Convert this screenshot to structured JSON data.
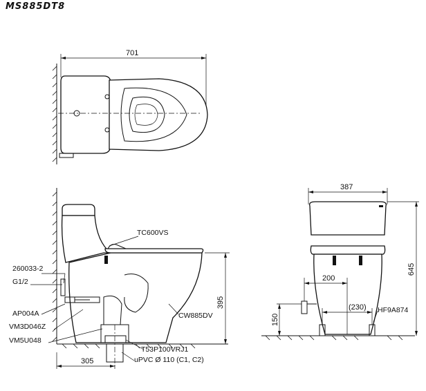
{
  "model": "MS885DT8",
  "dimensions": {
    "top_width": "701",
    "side_height": "395",
    "side_rough_in": "305",
    "front_width": "387",
    "front_height": "645",
    "front_offset": "200",
    "front_inner": "(230)",
    "front_supply_height": "150"
  },
  "labels": {
    "seat": "TC600VS",
    "valve": "260033-2",
    "thread": "G1/2",
    "supply_hose": "AP004A",
    "part_a": "VM3D046Z",
    "part_b": "VM5U048",
    "bowl": "CW885DV",
    "flange": "T53P100VRJ1",
    "drain_pipe": "uPVC Ø 110 (C1, C2)",
    "fitting": "HF9A874"
  }
}
